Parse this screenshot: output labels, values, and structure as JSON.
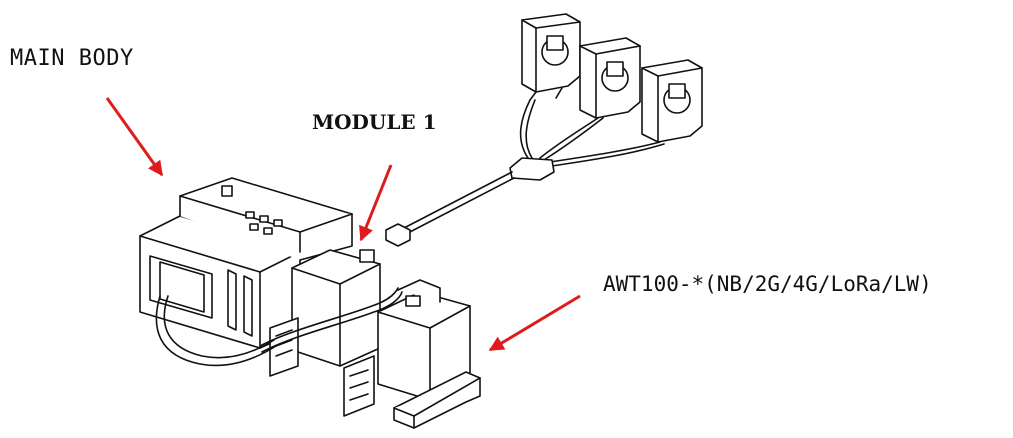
{
  "labels": {
    "main_body": "MAIN BODY",
    "module_1": "MODULE 1",
    "awt": "AWT100-*(NB/2G/4G/LoRa/LW)"
  },
  "colors": {
    "arrow": "#e01b1b",
    "line": "#111111",
    "background": "#ffffff"
  }
}
